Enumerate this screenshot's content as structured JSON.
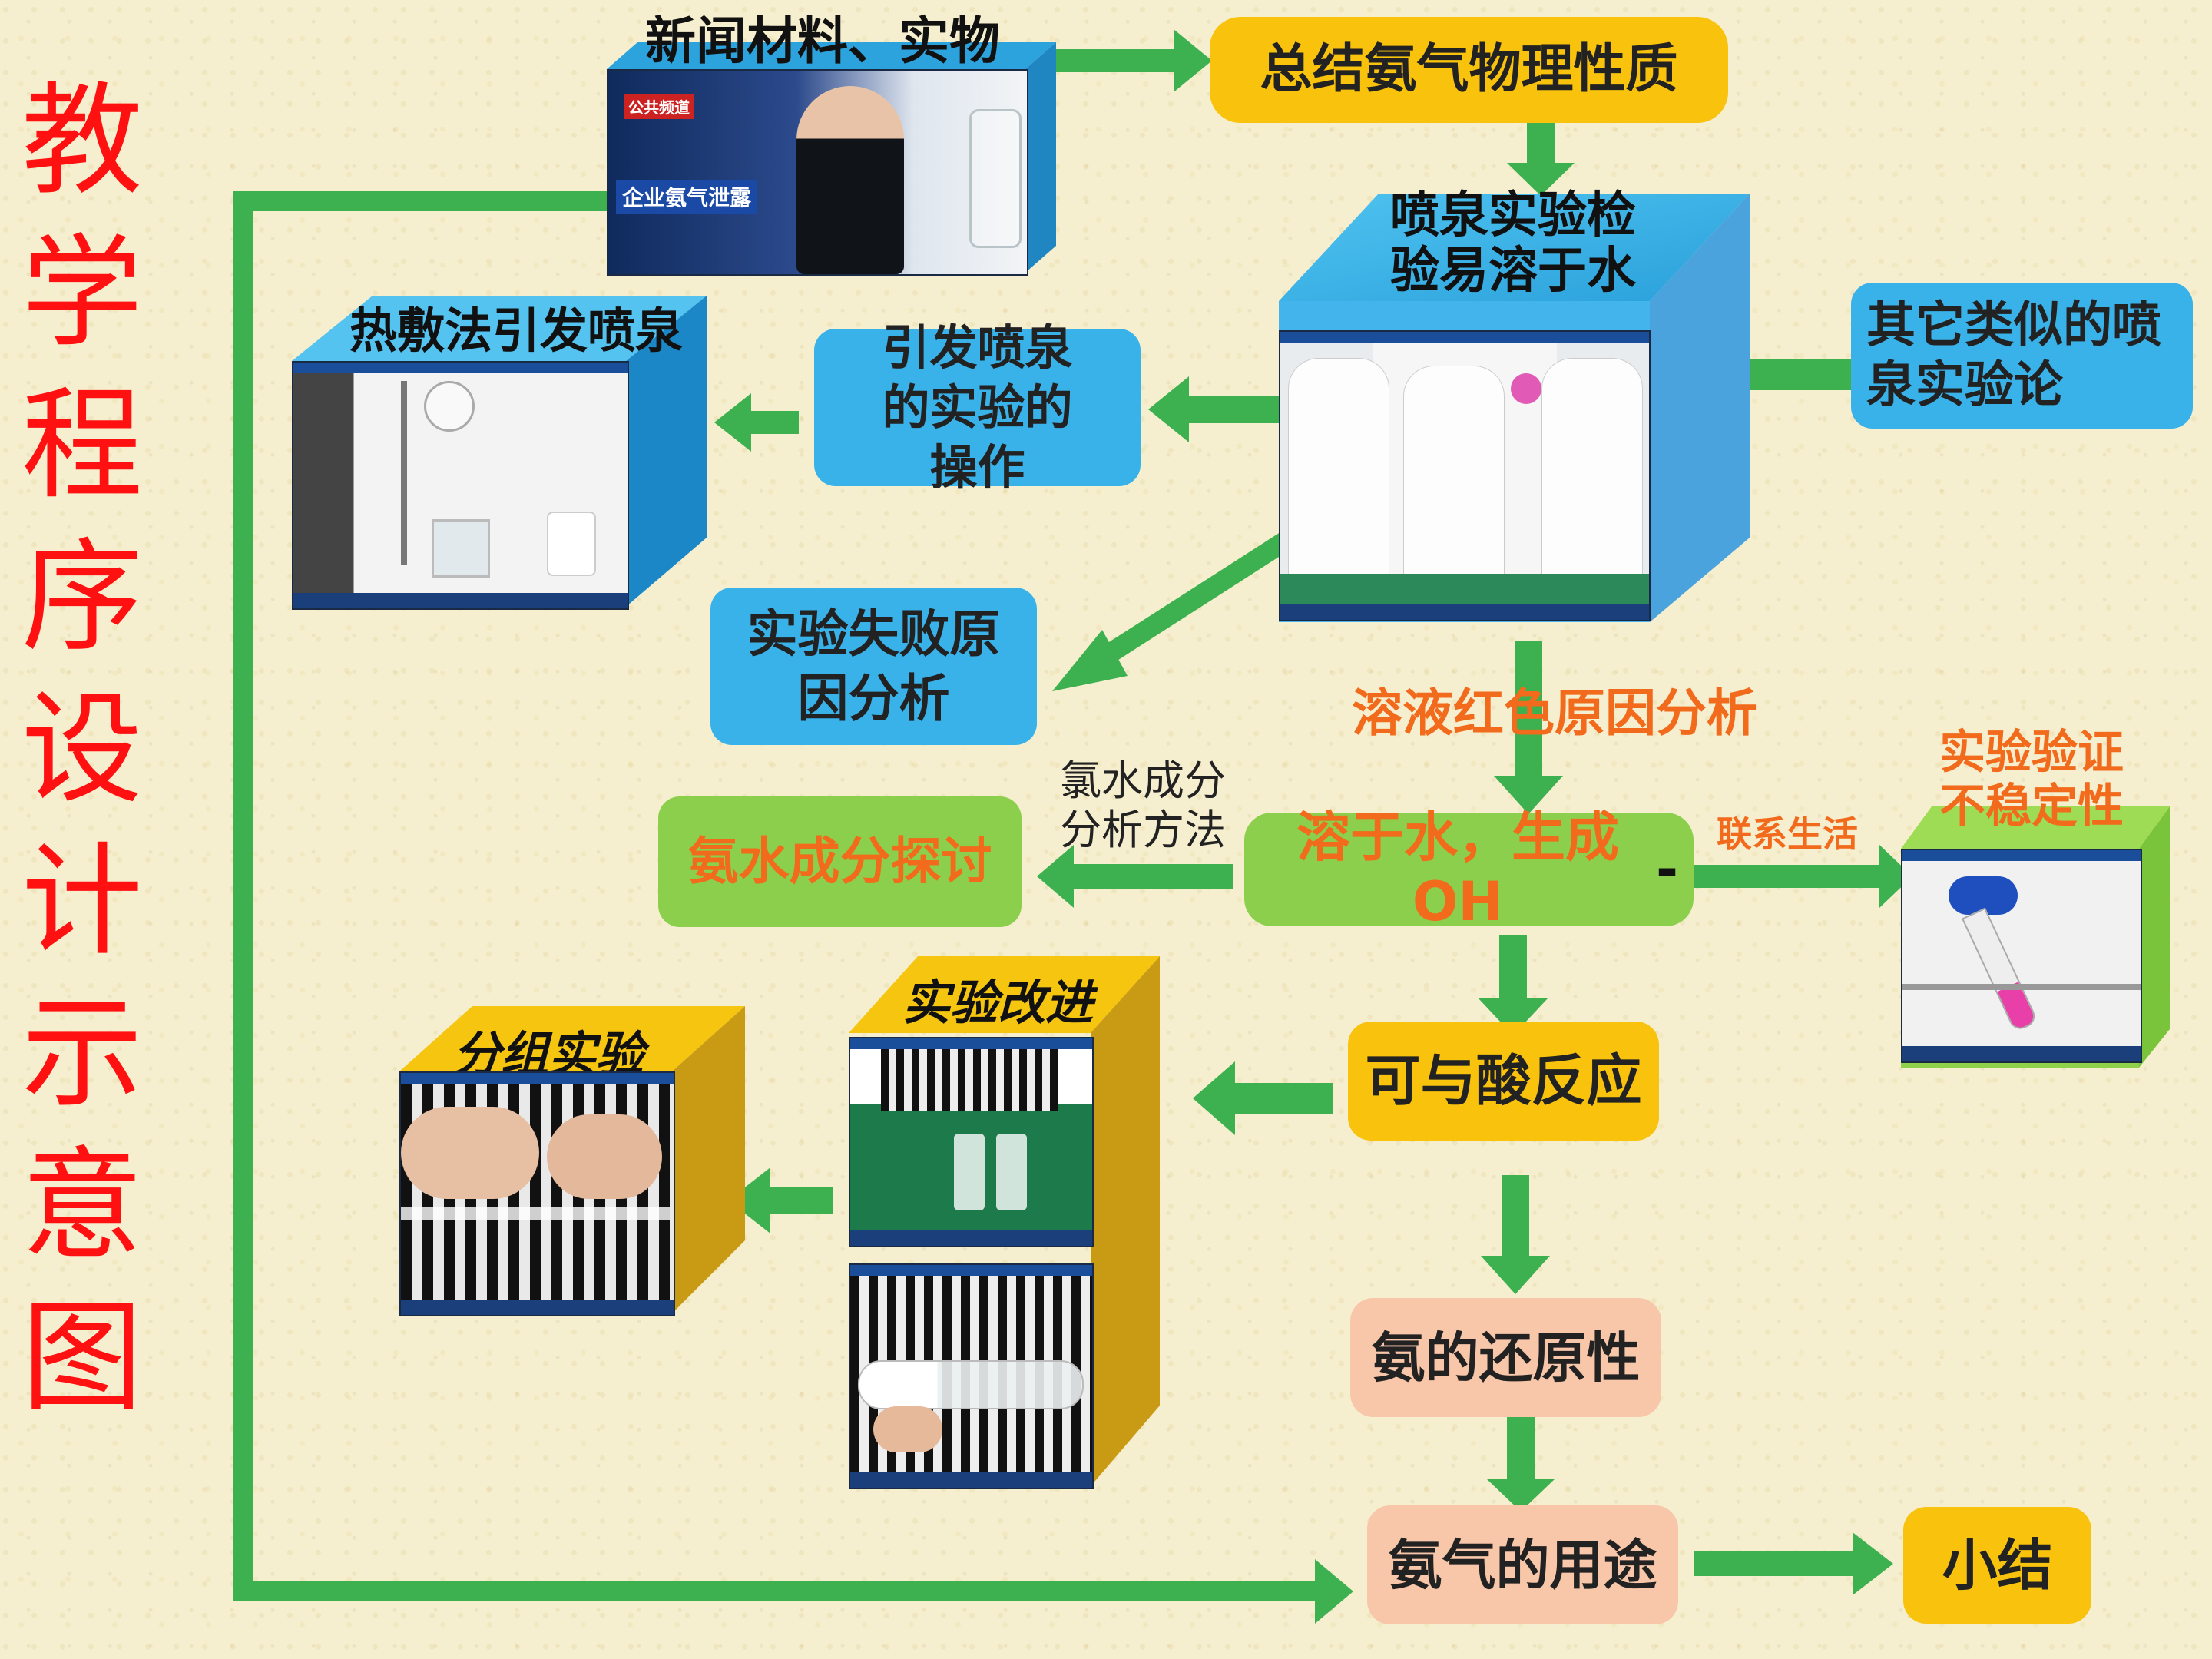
{
  "title": [
    "教",
    "学",
    "程",
    "序",
    "设",
    "计",
    "示",
    "意",
    "图"
  ],
  "nodes": {
    "news": "新闻材料、实物",
    "summary": "总结氨气物理性质",
    "fountain": "喷泉实验检验易溶于水",
    "other_fountain": "其它类似的喷泉实验论",
    "trigger_op": "引发喷泉的实验的操作",
    "hot_compress": "热敷法引发喷泉",
    "fail_reason": "实验失败原因分析",
    "red_reason": "溶液红色原因分析",
    "dissolve": "溶于水，生成OH",
    "dissolve_sup": "-",
    "chlorine_method": "氯水成分分析方法",
    "ammonia_water": "氨水成分探讨",
    "life": "联系生活",
    "verify": "实验验证不稳定性",
    "acid": "可与酸反应",
    "improve": "实验改进",
    "group": "分组实验",
    "reducing": "氨的还原性",
    "usage": "氨气的用途",
    "conclusion": "小结"
  },
  "video": {
    "news_caption": "企业氨气泄露",
    "news_channel": "公共频道"
  },
  "colors": {
    "title": "#ff1111",
    "arrow": "#3db04f",
    "orange_text": "#f26a1b",
    "blue_box": "#39b2ea",
    "yellow_box": "#f8c20d",
    "green_box": "#8ccf4c",
    "peach_box": "#f8c6a8"
  }
}
